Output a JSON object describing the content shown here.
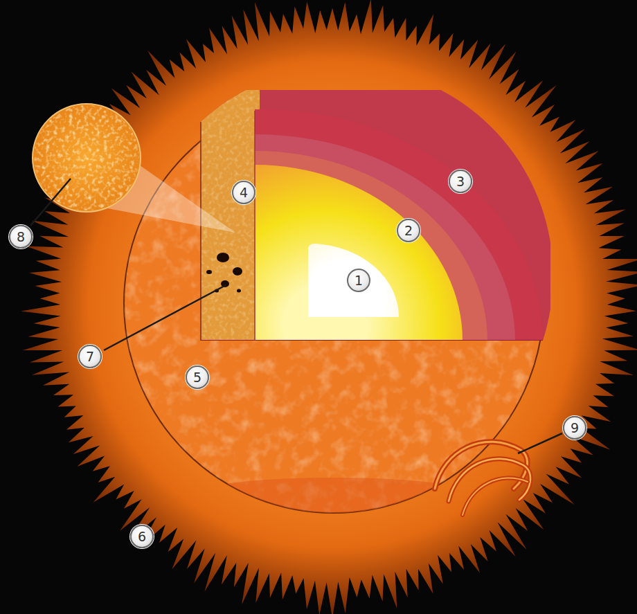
{
  "diagram": {
    "labels": [
      "3",
      "4",
      "2",
      "8",
      "1",
      "7",
      "5",
      "9",
      "6"
    ]
  }
}
